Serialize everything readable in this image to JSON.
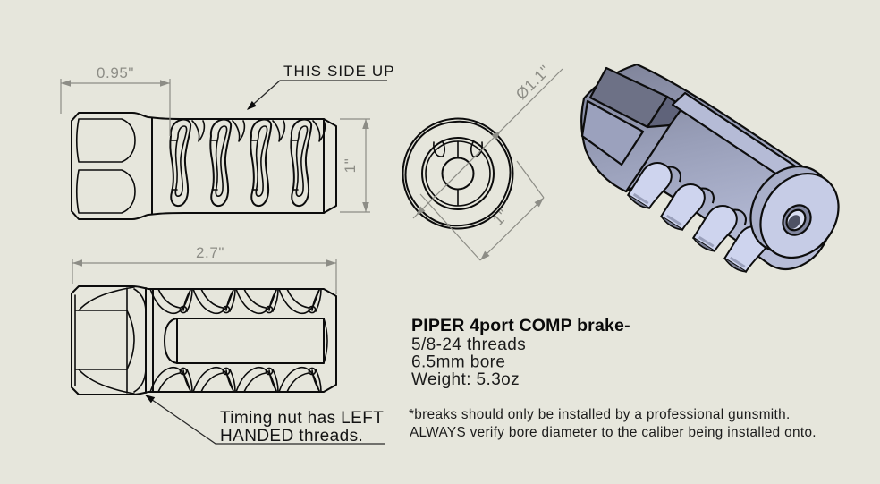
{
  "page": {
    "background_color": "#e6e6dc",
    "line_color": "#0c0c0c",
    "dimension_color": "#8d8d86",
    "render_colors": {
      "face_light": "#c6cce6",
      "body_mid": "#9aa0bb",
      "hex_dark": "#6d7186",
      "port_interior": "#ced4ee"
    }
  },
  "views": {
    "side": {
      "width_dim": "0.95\"",
      "height_dim": "1\"",
      "callout": "THIS SIDE UP"
    },
    "front": {
      "diameter_dim": "Ø1.1\"",
      "across_flats_dim": "1\""
    },
    "top": {
      "length_dim": "2.7\"",
      "note_line1": "Timing nut has LEFT",
      "note_line2": "HANDED threads."
    }
  },
  "product": {
    "title": "PIPER 4port COMP brake-",
    "specs": [
      "5/8-24 threads",
      "6.5mm bore",
      "Weight: 5.3oz"
    ]
  },
  "disclaimer": {
    "line1": "*breaks should only be installed by a professional gunsmith.",
    "line2": "ALWAYS verify bore diameter to the caliber being installed onto."
  }
}
